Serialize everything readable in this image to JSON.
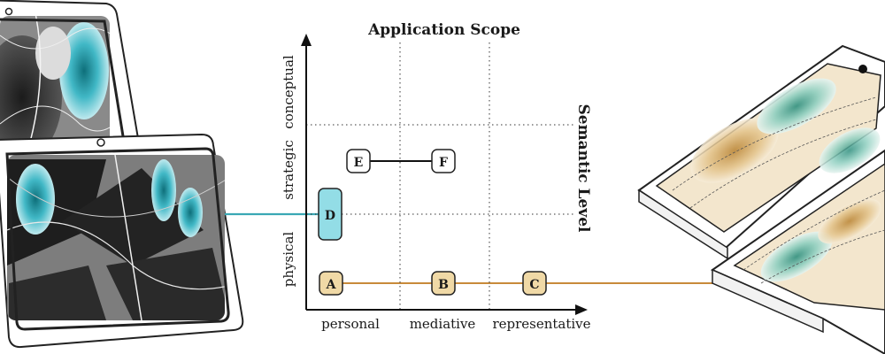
{
  "diagram": {
    "title": "Application Scope",
    "ylabel": "Semantic Level",
    "x_categories": [
      "personal",
      "mediative",
      "representative"
    ],
    "y_categories": [
      "physical",
      "strategic",
      "conceptual"
    ],
    "nodes": [
      {
        "id": "A",
        "label": "A",
        "x": "personal",
        "y": "physical",
        "color": "#f0d9a6"
      },
      {
        "id": "B",
        "label": "B",
        "x": "mediative",
        "y": "physical",
        "color": "#f0d9a6"
      },
      {
        "id": "C",
        "label": "C",
        "x": "representative",
        "y": "physical",
        "color": "#f0d9a6"
      },
      {
        "id": "D",
        "label": "D",
        "x": "personal",
        "y": "strategic",
        "color": "#93dde6"
      },
      {
        "id": "E",
        "label": "E",
        "x": "personal",
        "y": "strategic",
        "color": "#ffffff"
      },
      {
        "id": "F",
        "label": "F",
        "x": "mediative",
        "y": "strategic",
        "color": "#ffffff"
      }
    ],
    "edges": [
      {
        "from": "E",
        "to": "F"
      }
    ],
    "colors": {
      "teal_link": "#3aa8b5",
      "orange_link": "#c88a3a",
      "teal_map": "#3fb6c4",
      "tan_map": "#d9b072"
    }
  }
}
